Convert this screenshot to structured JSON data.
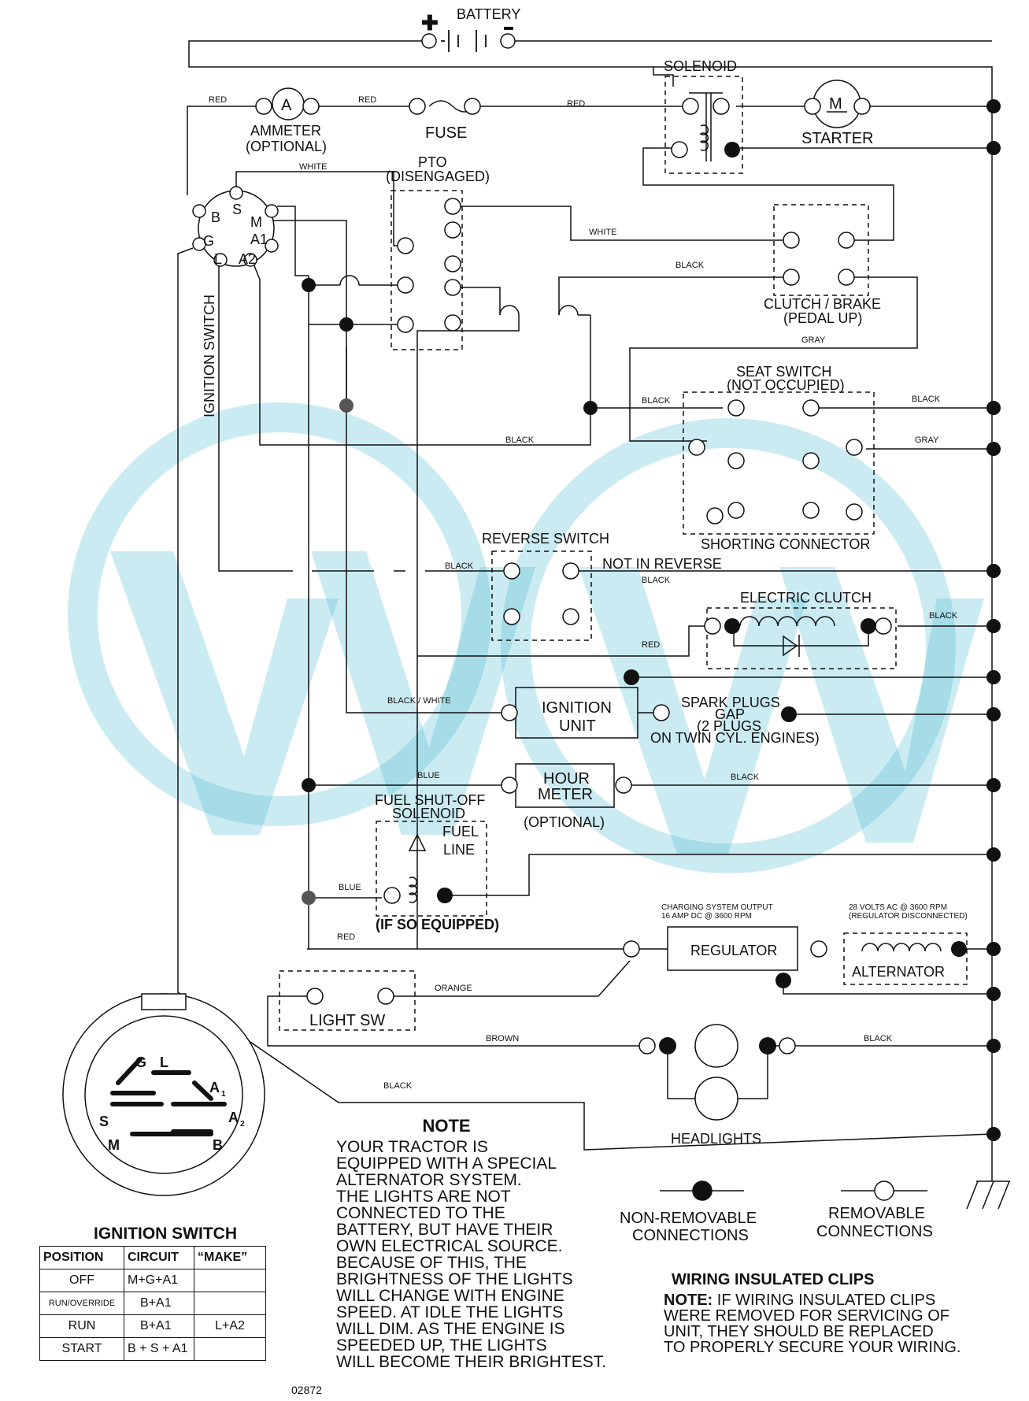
{
  "components": {
    "battery": "BATTERY",
    "solenoid": "SOLENOID",
    "ammeter_symbol": "A",
    "ammeter_line1": "AMMETER",
    "ammeter_line2": "(OPTIONAL)",
    "fuse": "FUSE",
    "starter_symbol": "M",
    "starter": "STARTER",
    "pto_line1": "PTO",
    "pto_line2": "(DISENGAGED)",
    "clutch_brake_line1": "CLUTCH / BRAKE",
    "clutch_brake_line2": "(PEDAL UP)",
    "seat_switch_line1": "SEAT SWITCH",
    "seat_switch_line2": "(NOT OCCUPIED)",
    "shorting_connector": "SHORTING CONNECTOR",
    "ignition_switch": "IGNITION SWITCH",
    "reverse_switch": "REVERSE SWITCH",
    "not_in_reverse": "NOT IN REVERSE",
    "electric_clutch": "ELECTRIC CLUTCH",
    "ignition_unit_line1": "IGNITION",
    "ignition_unit_line2": "UNIT",
    "spark_line1": "SPARK PLUGS",
    "spark_line2": "GAP",
    "spark_line3": "(2 PLUGS",
    "spark_line4": "ON TWIN CYL. ENGINES)",
    "hour_meter_line1": "HOUR",
    "hour_meter_line2": "METER",
    "hour_meter_optional": "(OPTIONAL)",
    "fuel_line1": "FUEL SHUT-OFF",
    "fuel_line2": "SOLENOID",
    "fuel_line_label1": "FUEL",
    "fuel_line_label2": "LINE",
    "if_so_equipped": "(IF SO EQUIPPED)",
    "charging_line1": "CHARGING SYSTEM OUTPUT",
    "charging_line2": "16 AMP DC @ 3600 RPM",
    "ac_line1": "28 VOLTS AC @ 3600 RPM",
    "ac_line2": "(REGULATOR DISCONNECTED)",
    "regulator": "REGULATOR",
    "alternator": "ALTERNATOR",
    "light_sw": "LIGHT SW",
    "headlights": "HEADLIGHTS"
  },
  "terminals": {
    "B": "B",
    "S": "S",
    "M": "M",
    "G": "G",
    "A1": "A1",
    "L": "L",
    "A2": "A2"
  },
  "wire_colors": {
    "red": "RED",
    "white": "WHITE",
    "black": "BLACK",
    "gray": "GRAY",
    "black_white": "BLACK / WHITE",
    "blue": "BLUE",
    "orange": "ORANGE",
    "brown": "BROWN"
  },
  "legend": {
    "non_removable_line1": "NON-REMOVABLE",
    "non_removable_line2": "CONNECTIONS",
    "removable_line1": "REMOVABLE",
    "removable_line2": "CONNECTIONS"
  },
  "switch_face": {
    "G": "G",
    "L": "L",
    "A": "A",
    "sub1": "1",
    "sub2": "2",
    "S": "S",
    "M": "M",
    "B": "B"
  },
  "ignition_table": {
    "title": "IGNITION SWITCH",
    "headers": [
      "POSITION",
      "CIRCUIT",
      "“MAKE”"
    ],
    "rows": [
      [
        "OFF",
        "M+G+A1",
        ""
      ],
      [
        "RUN/OVERRIDE",
        "B+A1",
        ""
      ],
      [
        "RUN",
        "B+A1",
        "L+A2"
      ],
      [
        "START",
        "B + S + A1",
        ""
      ]
    ]
  },
  "note": {
    "title": "NOTE",
    "body": "YOUR TRACTOR IS\nEQUIPPED WITH A SPECIAL\nALTERNATOR SYSTEM.\nTHE LIGHTS ARE NOT\nCONNECTED TO THE\nBATTERY, BUT HAVE THEIR\nOWN ELECTRICAL SOURCE.\nBECAUSE OF THIS, THE\nBRIGHTNESS OF THE LIGHTS\nWILL CHANGE WITH ENGINE\nSPEED.  AT IDLE THE LIGHTS\nWILL DIM.  AS THE ENGINE IS\nSPEEDED UP, THE LIGHTS\nWILL BECOME THEIR BRIGHTEST."
  },
  "clips": {
    "title": "WIRING INSULATED CLIPS",
    "note_label": "NOTE:",
    "body": " IF WIRING INSULATED CLIPS\nWERE REMOVED FOR SERVICING OF\n UNIT, THEY SHOULD BE REPLACED\nTO PROPERLY SECURE YOUR WIRING."
  },
  "figure_code": "02872",
  "watermark_color": "#45b8d0"
}
